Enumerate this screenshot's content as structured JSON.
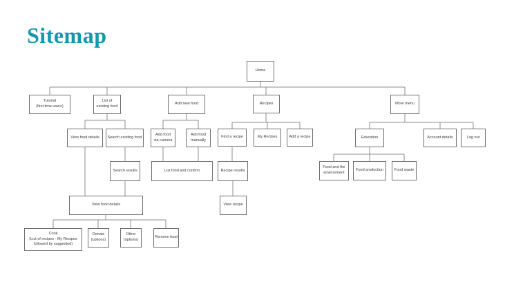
{
  "title": "Sitemap",
  "colors": {
    "title_accent": "#1497ab",
    "connector_line": "#8c8c8c",
    "box_border": "#6f6f6f",
    "box_fill": "#ffffff",
    "box_text": "#3a3a3a",
    "background": "#ffffff"
  },
  "nodes": {
    "home": {
      "label": "Home"
    },
    "tutorial": {
      "label": "Tutorial\n(first time users)"
    },
    "list_existing_food": {
      "label": "List of\nexisting food"
    },
    "add_new_food": {
      "label": "Add new food"
    },
    "recipes": {
      "label": "Recipes"
    },
    "more_menu": {
      "label": "More menu"
    },
    "view_food_details": {
      "label": "View food details"
    },
    "search_existing_food": {
      "label": "Search existing food"
    },
    "add_food_via_camera": {
      "label": "Add food\nvia camera"
    },
    "add_food_manually": {
      "label": "Add food\nmanually"
    },
    "find_a_recipe": {
      "label": "Find a recipe"
    },
    "my_recipes": {
      "label": "My Recipes"
    },
    "add_a_recipe": {
      "label": "Add a recipe"
    },
    "education": {
      "label": "Education"
    },
    "account_details": {
      "label": "Account details"
    },
    "log_out": {
      "label": "Log out"
    },
    "search_results": {
      "label": "Search results"
    },
    "list_food_and_confirm": {
      "label": "List food and confirm"
    },
    "recipe_results": {
      "label": "Recipe results"
    },
    "food_and_the_environment": {
      "label": "Food and the\nenvironment"
    },
    "food_production": {
      "label": "Food production"
    },
    "food_waste": {
      "label": "Food waste"
    },
    "view_food_details_full": {
      "label": "View food details"
    },
    "view_recipe": {
      "label": "View recipe"
    },
    "cook": {
      "label": "Cook\n(List of recipes - My Recipes\nfollowed by suggested)"
    },
    "donate": {
      "label": "Donate\n(options)"
    },
    "other": {
      "label": "Other\n(options)"
    },
    "remove_food": {
      "label": "Remove food"
    }
  }
}
